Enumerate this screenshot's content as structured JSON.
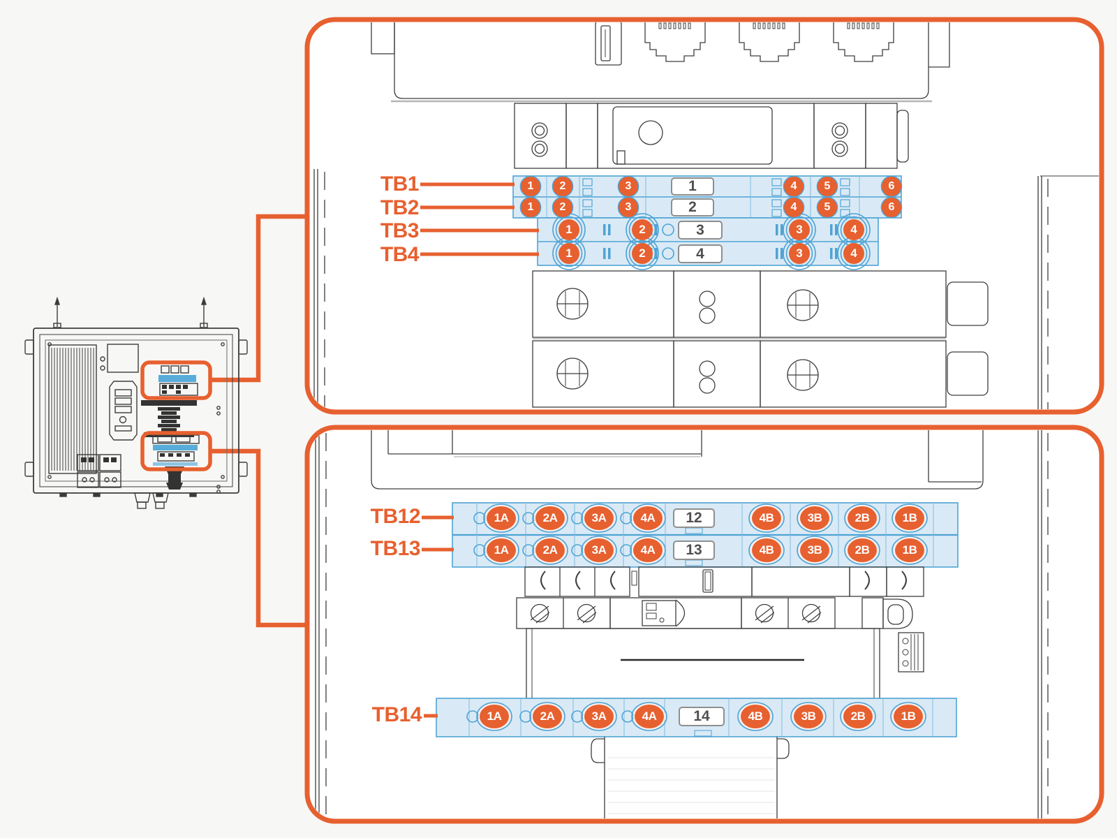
{
  "figure": {
    "description": "Terminal block location diagram",
    "accent_orange": "#e7602f",
    "highlight_blue_fill": "#d9eaf6",
    "highlight_blue_stroke": "#4fa3d4"
  },
  "top_panel": {
    "rows": [
      {
        "label": "TB1",
        "plate": "1",
        "terminals": [
          "1",
          "2",
          "3",
          "4",
          "5",
          "6"
        ]
      },
      {
        "label": "TB2",
        "plate": "2",
        "terminals": [
          "1",
          "2",
          "3",
          "4",
          "5",
          "6"
        ]
      },
      {
        "label": "TB3",
        "plate": "3",
        "terminals": [
          "1",
          "2",
          "3",
          "4"
        ]
      },
      {
        "label": "TB4",
        "plate": "4",
        "terminals": [
          "1",
          "2",
          "3",
          "4"
        ]
      }
    ]
  },
  "bottom_panel": {
    "rows": [
      {
        "label": "TB12",
        "plate": "12",
        "terminals": [
          "1A",
          "2A",
          "3A",
          "4A",
          "4B",
          "3B",
          "2B",
          "1B"
        ]
      },
      {
        "label": "TB13",
        "plate": "13",
        "terminals": [
          "1A",
          "2A",
          "3A",
          "4A",
          "4B",
          "3B",
          "2B",
          "1B"
        ]
      },
      {
        "label": "TB14",
        "plate": "14",
        "terminals": [
          "1A",
          "2A",
          "3A",
          "4A",
          "4B",
          "3B",
          "2B",
          "1B"
        ]
      }
    ]
  }
}
